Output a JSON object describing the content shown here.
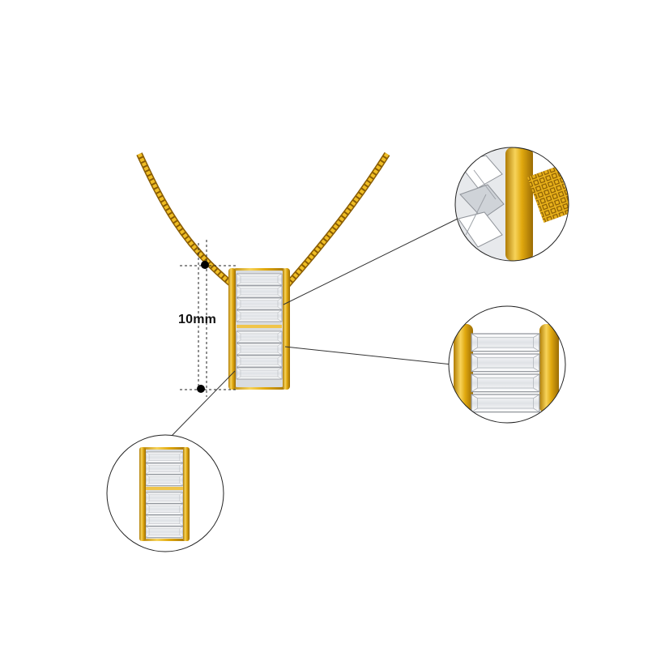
{
  "product_photo": {
    "dimension_label": "10mm",
    "colors": {
      "background": "#ffffff",
      "gold": "#e0a80e",
      "gold_dark": "#b07d06",
      "gold_light": "#f7d35a",
      "crystal": "#f3f4f6",
      "crystal_edge": "#8f9399",
      "leader_line": "#333333"
    },
    "detail_views": [
      "top-right-detail",
      "middle-right-detail",
      "bottom-left-detail"
    ]
  }
}
